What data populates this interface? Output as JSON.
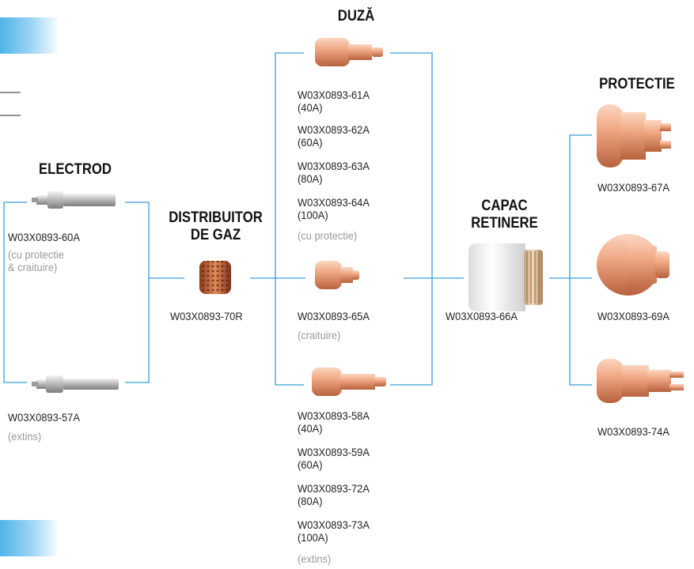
{
  "colors": {
    "connector": "#3a9fd8",
    "heading": "#111111",
    "part_number": "#222222",
    "note": "#999999",
    "copper": "#e39a73"
  },
  "headings": {
    "electrod": "ELECTROD",
    "distribuitor_line1": "DISTRIBUITOR",
    "distribuitor_line2": "DE GAZ",
    "duza": "DUZĂ",
    "capac_line1": "CAPAC",
    "capac_line2": "RETINERE",
    "protectie": "PROTECTIE"
  },
  "electrodes": [
    {
      "part": "W03X0893-60A",
      "note_line1": "(cu protectie",
      "note_line2": "& craituire)"
    },
    {
      "part": "W03X0893-57A",
      "note_line1": "(extins)"
    }
  ],
  "gas_distributor": {
    "part": "W03X0893-70R"
  },
  "nozzles": {
    "group_top": {
      "items": [
        {
          "part": "W03X0893-61A",
          "amps": "(40A)"
        },
        {
          "part": "W03X0893-62A",
          "amps": "(60A)"
        },
        {
          "part": "W03X0893-63A",
          "amps": "(80A)"
        },
        {
          "part": "W03X0893-64A",
          "amps": "(100A)"
        }
      ],
      "note": "(cu protectie)"
    },
    "group_middle": {
      "part": "W03X0893-65A",
      "note": "(craituire)"
    },
    "group_bottom": {
      "items": [
        {
          "part": "W03X0893-58A",
          "amps": "(40A)"
        },
        {
          "part": "W03X0893-59A",
          "amps": "(60A)"
        },
        {
          "part": "W03X0893-72A",
          "amps": "(80A)"
        },
        {
          "part": "W03X0893-73A",
          "amps": "(100A)"
        }
      ],
      "note": "(extins)"
    }
  },
  "retaining_cap": {
    "part": "W03X0893-66A"
  },
  "shields": [
    {
      "part": "W03X0893-67A"
    },
    {
      "part": "W03X0893-69A"
    },
    {
      "part": "W03X0893-74A"
    }
  ]
}
